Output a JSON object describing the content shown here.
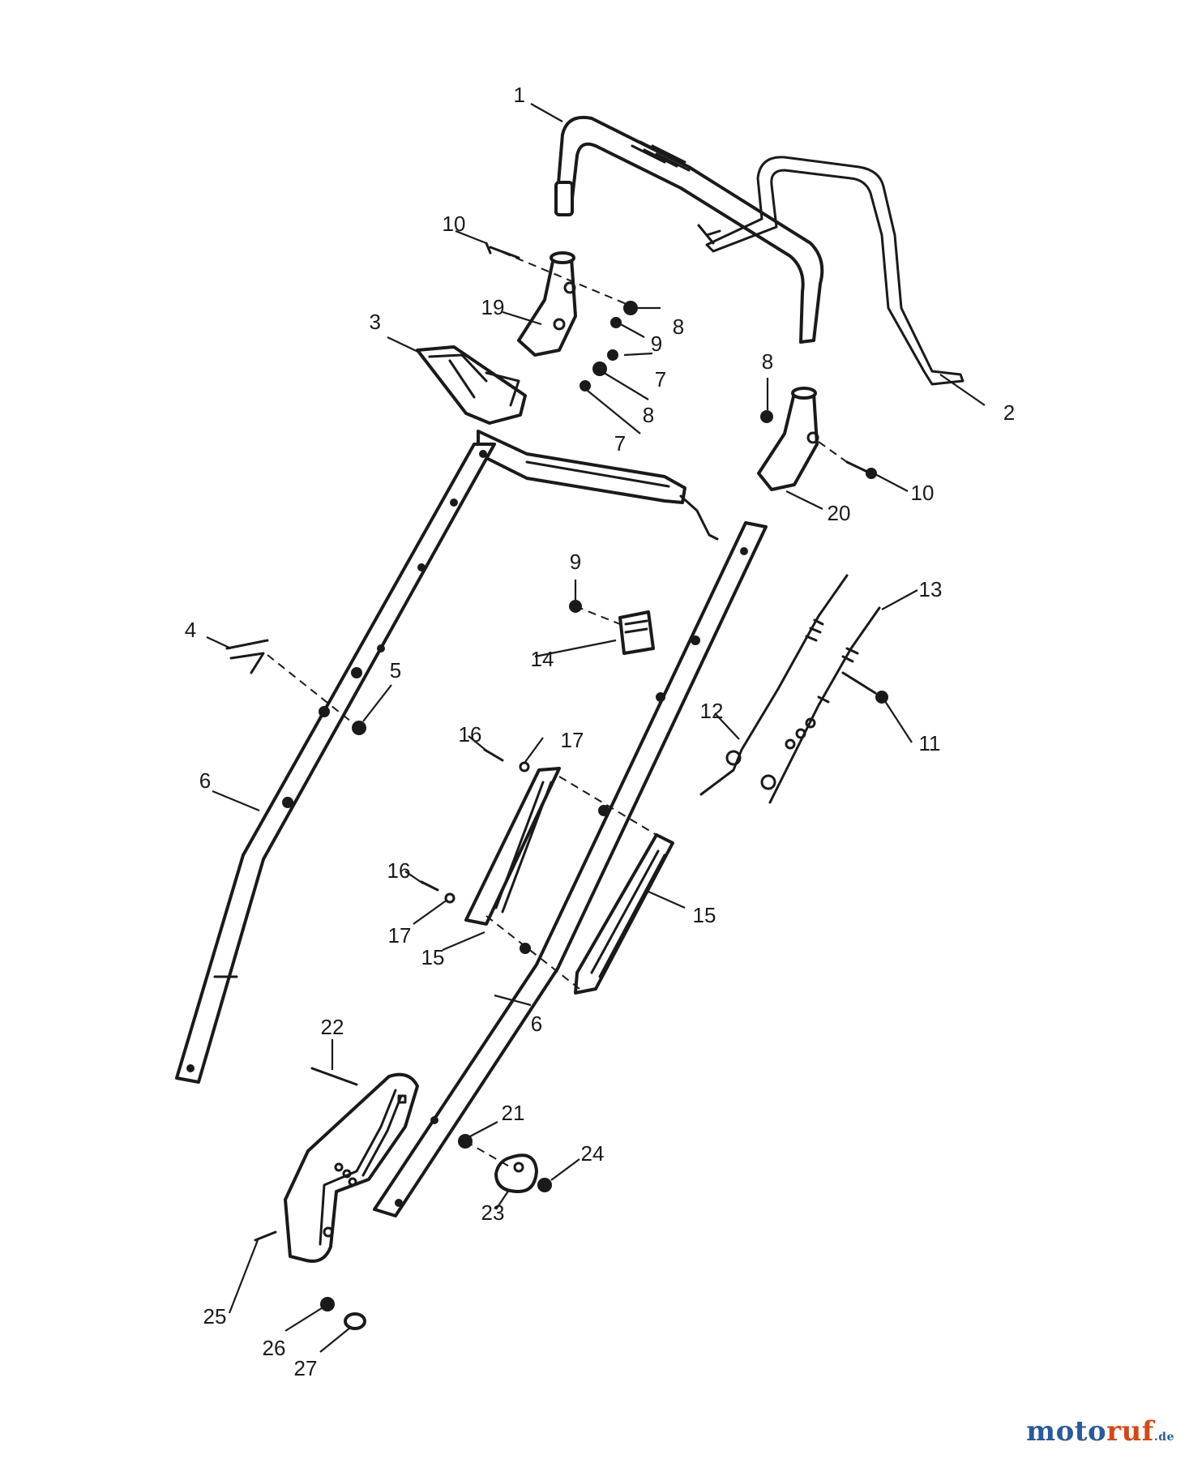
{
  "labels": {
    "l1": "1",
    "l2": "2",
    "l3": "3",
    "l4": "4",
    "l5": "5",
    "l6a": "6",
    "l6b": "6",
    "l7a": "7",
    "l7b": "7",
    "l8a": "8",
    "l8b": "8",
    "l8c": "8",
    "l9a": "9",
    "l9b": "9",
    "l10a": "10",
    "l10b": "10",
    "l11": "11",
    "l12": "12",
    "l13": "13",
    "l14": "14",
    "l15a": "15",
    "l15b": "15",
    "l16a": "16",
    "l16b": "16",
    "l17a": "17",
    "l17b": "17",
    "l19": "19",
    "l20": "20",
    "l21": "21",
    "l22": "22",
    "l23": "23",
    "l24": "24",
    "l25": "25",
    "l26": "26",
    "l27": "27"
  },
  "watermark": {
    "part1": "moto",
    "part2": "ruf",
    "part3": ".de"
  },
  "colors": {
    "line": "#1a1a1a",
    "brand_blue": "#2a5a9a",
    "brand_orange": "#d04a1a"
  }
}
